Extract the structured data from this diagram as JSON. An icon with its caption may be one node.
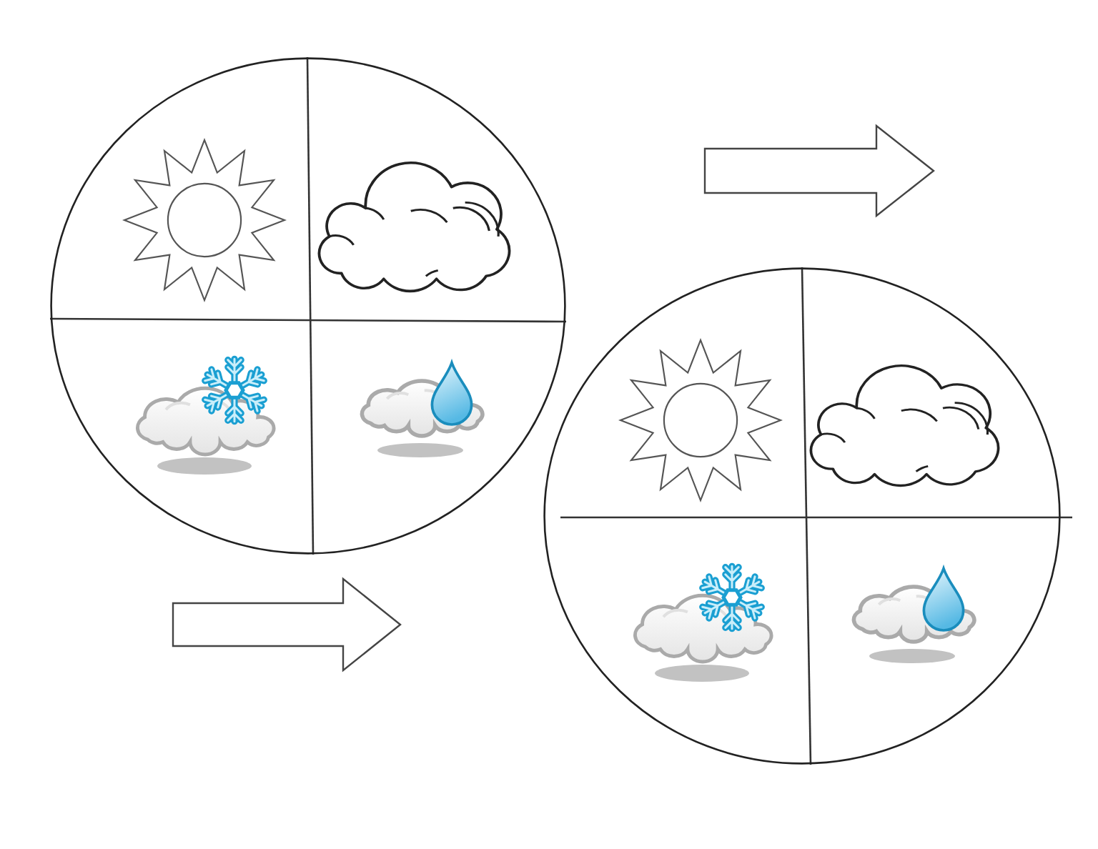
{
  "diagram": {
    "nodes": [
      {
        "text": [],
        "shape": "circle"
      },
      {
        "text": [],
        "shape": "picture",
        "in": 0
      },
      {
        "text": [],
        "shape": "picture",
        "in": 0
      },
      {
        "text": [],
        "shape": "picture",
        "in": 0
      },
      {
        "text": [],
        "shape": "picture",
        "in": 0
      },
      {
        "text": [],
        "shape": "circle"
      },
      {
        "text": [],
        "shape": "picture",
        "in": 5
      },
      {
        "text": [],
        "shape": "picture",
        "in": 5
      },
      {
        "text": [],
        "shape": "picture",
        "in": 5
      },
      {
        "text": [],
        "shape": "picture",
        "in": 5
      }
    ]
  }
}
